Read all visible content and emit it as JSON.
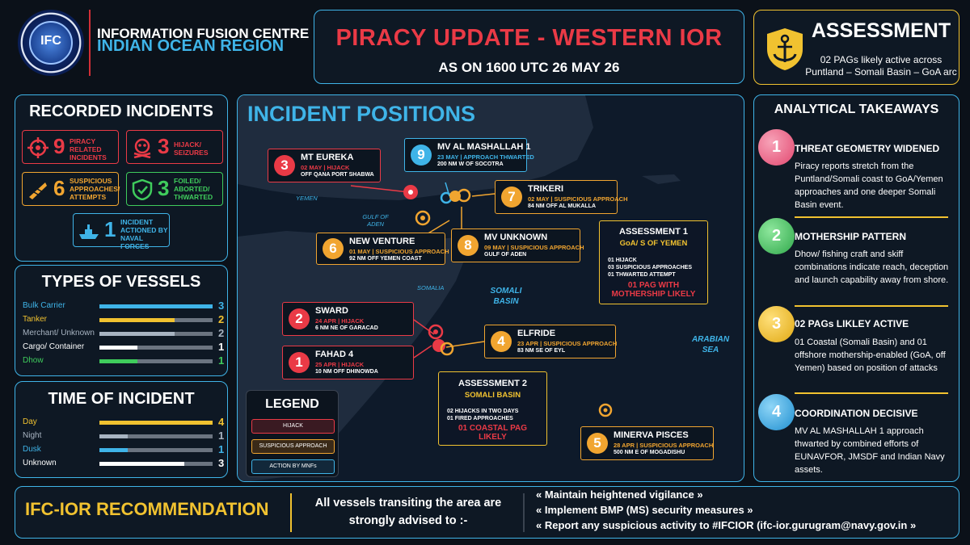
{
  "header": {
    "logo_text": "IFC",
    "org_line1": "INFORMATION FUSION CENTRE",
    "org_line2": "INDIAN OCEAN REGION",
    "title": "PIRACY UPDATE - WESTERN IOR",
    "subtitle": "AS ON 1600 UTC 26 MAY 26"
  },
  "assessment": {
    "title": "ASSESSMENT",
    "text": "02 PAGs likely active across Puntland – Somali Basin – GoA arc",
    "icon": "anchor-shield-icon"
  },
  "recorded_incidents": {
    "title": "RECORDED INCIDENTS",
    "stats": [
      {
        "value": "9",
        "label": "PIRACY RELATED INCIDENTS",
        "color": "#ea3a46",
        "icon": "crosshair-icon"
      },
      {
        "value": "3",
        "label": "HIJACK/ SEIZURES",
        "color": "#ea3a46",
        "icon": "pirate-icon"
      },
      {
        "value": "6",
        "label": "SUSPICIOUS APPROACHES/ ATTEMPTS",
        "color": "#f1a530",
        "icon": "boat-icon"
      },
      {
        "value": "3",
        "label": "FOILED/ ABORTED/ THWARTED",
        "color": "#3fcc5c",
        "icon": "shield-check-icon"
      },
      {
        "value": "1",
        "label": "INCIDENT ACTIONED BY NAVAL FORCES",
        "color": "#3fb4e8",
        "icon": "warship-icon"
      }
    ]
  },
  "vessels": {
    "title": "TYPES OF VESSELS",
    "max": 3,
    "rows": [
      {
        "label": "Bulk Carrier",
        "value": 3,
        "color": "#3fb4e8"
      },
      {
        "label": "Tanker",
        "value": 2,
        "color": "#f1c230"
      },
      {
        "label": "Merchant/ Unknown",
        "value": 2,
        "color": "#a8b4c2"
      },
      {
        "label": "Cargo/ Container",
        "value": 1,
        "color": "#ffffff"
      },
      {
        "label": "Dhow",
        "value": 1,
        "color": "#3fcc5c"
      }
    ]
  },
  "time": {
    "title": "TIME OF INCIDENT",
    "max": 4,
    "rows": [
      {
        "label": "Day",
        "value": 4,
        "color": "#f1c230"
      },
      {
        "label": "Night",
        "value": 1,
        "color": "#a8b4c2"
      },
      {
        "label": "Dusk",
        "value": 1,
        "color": "#3fb4e8"
      },
      {
        "label": "Unknown",
        "value": 3,
        "color": "#ffffff"
      }
    ]
  },
  "map": {
    "title": "INCIDENT POSITIONS",
    "labels": {
      "yemen": "YEMEN",
      "gulf": "GULF OF ADEN",
      "somalia": "SOMALIA",
      "somali_basin": "SOMALI BASIN",
      "arabian_sea": "ARABIAN SEA"
    },
    "incidents": [
      {
        "n": "3",
        "name": "MT EUREKA",
        "date": "02 MAY | HIJACK",
        "desc": "OFF QANA PORT SHABWA",
        "color": "#ea3a46"
      },
      {
        "n": "9",
        "name": "MV AL MASHALLAH 1",
        "date": "23 MAY | APPROACH THWARTED",
        "desc": "200 NM W OF SOCOTRA",
        "color": "#3fb4e8"
      },
      {
        "n": "7",
        "name": "TRIKERI",
        "date": "02 MAY | SUSPICIOUS APPROACH",
        "desc": "84 NM OFF AL MUKALLA",
        "color": "#f1a530"
      },
      {
        "n": "6",
        "name": "NEW VENTURE",
        "date": "01 MAY | SUSPICIOUS APPROACH",
        "desc": "92 NM OFF YEMEN COAST",
        "color": "#f1a530"
      },
      {
        "n": "8",
        "name": "MV UNKNOWN",
        "date": "09 MAY | SUSPICIOUS APPROACH",
        "desc": "GULF OF ADEN",
        "color": "#f1a530"
      },
      {
        "n": "2",
        "name": "SWARD",
        "date": "24 APR | HIJACK",
        "desc": "6 NM NE OF GARACAD",
        "color": "#ea3a46"
      },
      {
        "n": "1",
        "name": "FAHAD 4",
        "date": "25 APR | HIJACK",
        "desc": "10 NM OFF DHINOWDA",
        "color": "#ea3a46"
      },
      {
        "n": "4",
        "name": "ELFRIDE",
        "date": "23 APR | SUSPICIOUS APPROACH",
        "desc": "83 NM SE OF EYL",
        "color": "#f1a530"
      },
      {
        "n": "5",
        "name": "MINERVA PISCES",
        "date": "28 APR | SUSPICIOUS APPROACH",
        "desc": "500 NM E OF MOGADISHU",
        "color": "#f1a530"
      }
    ],
    "assessment1": {
      "title": "ASSESSMENT 1",
      "sub": "GoA/ S OF YEMEN",
      "lines": [
        "01 HIJACK",
        "03 SUSPICIOUS APPROACHES",
        "01 THWARTED ATTEMPT"
      ],
      "result": "01 PAG WITH MOTHERSHIP LIKELY"
    },
    "assessment2": {
      "title": "ASSESSMENT 2",
      "sub": "SOMALI BASIN",
      "lines": [
        "02 HIJACKS IN TWO DAYS",
        "01 FIRED APPROACHES"
      ],
      "result": "01 COASTAL PAG LIKELY"
    },
    "legend": {
      "title": "LEGEND",
      "items": [
        {
          "label": "HIJACK",
          "color": "#ea3a46"
        },
        {
          "label": "SUSPICIOUS APPROACH",
          "color": "#f1a530"
        },
        {
          "label": "ACTION BY MNFs",
          "color": "#3fb4e8"
        }
      ]
    }
  },
  "takeaways": {
    "title": "ANALYTICAL TAKEAWAYS",
    "items": [
      {
        "n": "1",
        "heading": "THREAT GEOMETRY WIDENED",
        "text": "Piracy reports stretch from the Puntland/Somali coast to GoA/Yemen approaches and one deeper Somali Basin event.",
        "color": "#f06a8c"
      },
      {
        "n": "2",
        "heading": "MOTHERSHIP PATTERN",
        "text": "Dhow/ fishing craft and skiff combinations indicate reach, deception and launch capability away from shore.",
        "color": "#3fcc5c"
      },
      {
        "n": "3",
        "heading": "02 PAGs LIKLEY ACTIVE",
        "text": "01 Coastal (Somali Basin) and 01 offshore mothership-enabled (GoA, off Yemen) based on position of attacks",
        "color": "#f1c230"
      },
      {
        "n": "4",
        "heading": "COORDINATION DECISIVE",
        "text": "MV AL MASHALLAH 1 approach thwarted by combined efforts of EUNAVFOR, JMSDF and Indian Navy assets.",
        "color": "#3fb4e8"
      }
    ]
  },
  "recommendation": {
    "title": "IFC-IOR RECOMMENDATION",
    "intro": "All vessels transiting the area are strongly advised to :-",
    "lines": [
      "« Maintain heightened vigilance »",
      "« Implement BMP (MS) security measures »",
      "« Report any suspicious activity to #IFCIOR (ifc-ior.gurugram@navy.gov.in  »"
    ]
  }
}
